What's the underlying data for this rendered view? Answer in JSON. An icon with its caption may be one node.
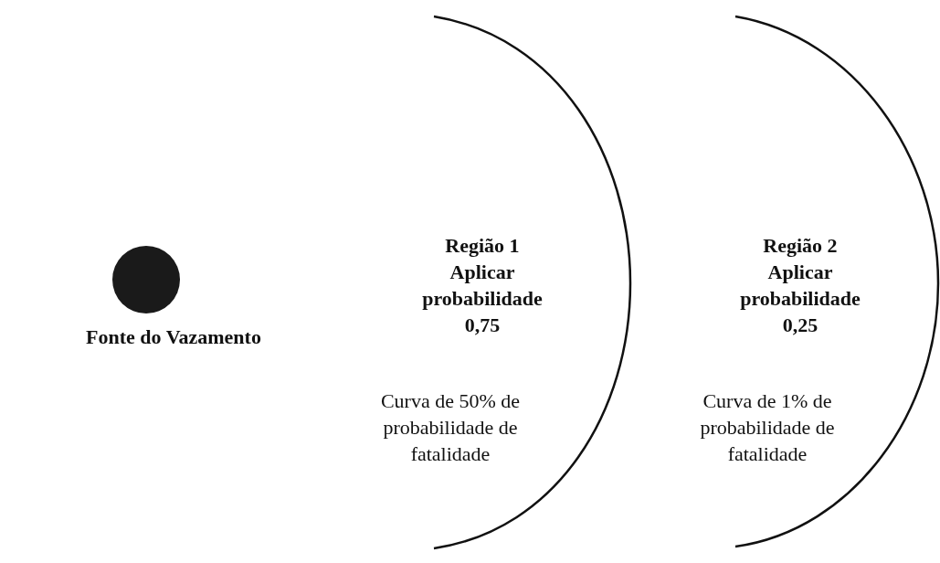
{
  "diagram": {
    "nodes": [
      {
        "text": [
          "Fonte do Vazamento"
        ]
      }
    ],
    "edges": [],
    "labels": [
      "Região 1 Aplicar probabilidade 0,75",
      "Curva de 50% de probabilidade de fatalidade",
      "Região 2 Aplicar probabilidade 0,25",
      "Curva de 1% de probabilidade de fatalidade"
    ]
  }
}
